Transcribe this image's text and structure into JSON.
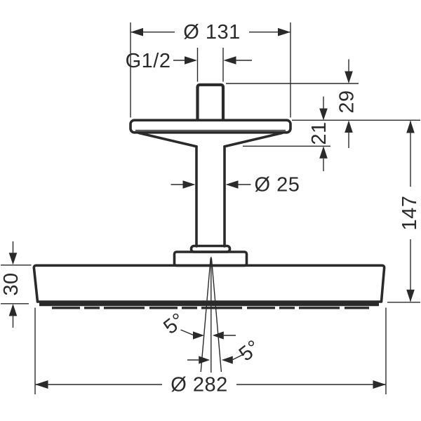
{
  "page": {
    "background": "#ffffff",
    "line_color": "#2a2a2a",
    "description": "Technical dimensional line drawing of a ceiling-mounted overhead shower (side view) with connector pipe and flange"
  },
  "drawing": {
    "dimensions": {
      "flange_diameter": "Ø 131",
      "thread_size": "G1/2",
      "nipple_height": "29",
      "flange_height": "21",
      "pipe_diameter": "Ø 25",
      "total_height": "147",
      "head_height": "30",
      "spray_angle_left": "5°",
      "spray_angle_right": "5°",
      "head_diameter": "Ø 282"
    }
  }
}
